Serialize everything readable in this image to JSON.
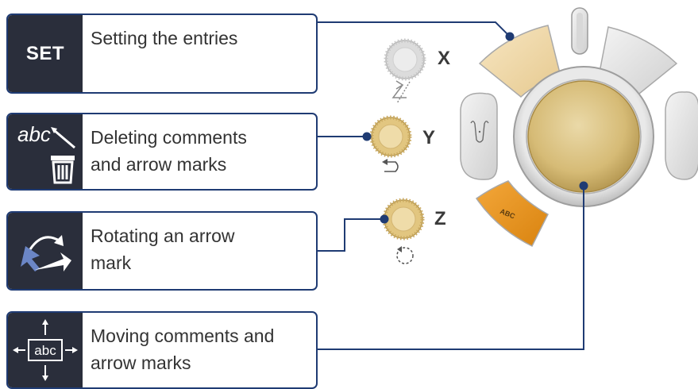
{
  "cards": [
    {
      "id": "set",
      "icon": "set-icon",
      "icon_text": "SET",
      "label": "Setting the entries"
    },
    {
      "id": "delete",
      "icon": "delete-comment-icon",
      "icon_text": "abc",
      "label": "Deleting comments\nand arrow marks"
    },
    {
      "id": "rotate",
      "icon": "rotate-arrow-icon",
      "label": "Rotating an arrow\nmark"
    },
    {
      "id": "move",
      "icon": "move-text-icon",
      "icon_text": "abc",
      "label": "Moving comments and\narrow marks"
    }
  ],
  "knobs": [
    {
      "letter": "X",
      "state": "inactive",
      "icon": "cross-arrow-icon"
    },
    {
      "letter": "Y",
      "state": "active",
      "icon": "undo-arrow-icon"
    },
    {
      "letter": "Z",
      "state": "active",
      "icon": "rotate-dashed-icon"
    }
  ],
  "control_panel": {
    "abc_button_label": "ABC",
    "colors": {
      "line": "#1f3b73",
      "card_icon_bg": "#2a2e3b",
      "trackball": "#d8bf7d",
      "set_button": "#f0d9aa",
      "abc_button": "#e8961c",
      "gray_button": "#e2e2e2"
    }
  }
}
